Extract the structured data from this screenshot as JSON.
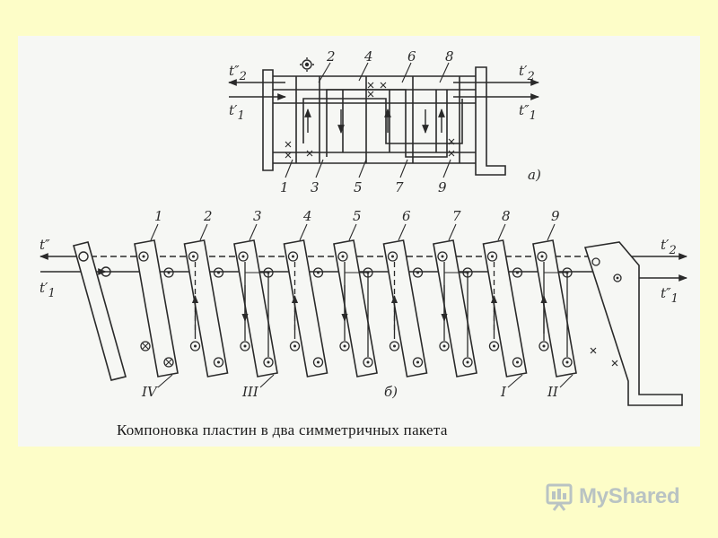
{
  "caption": "Компоновка  пластин в два симметричных  пакета",
  "logo": {
    "text": "MyShared"
  },
  "top_view": {
    "numbers_top": [
      "2",
      "4",
      "6",
      "8"
    ],
    "numbers_bottom": [
      "1",
      "3",
      "5",
      "7",
      "9"
    ],
    "sub_label": "а)",
    "flows_left": [
      {
        "base": "t",
        "mark": "″",
        "sub": "2"
      },
      {
        "base": "t",
        "mark": "′",
        "sub": "1"
      }
    ],
    "flows_right": [
      {
        "base": "t",
        "mark": "′",
        "sub": "2"
      },
      {
        "base": "t",
        "mark": "″",
        "sub": "1"
      }
    ]
  },
  "bottom_view": {
    "plate_numbers": [
      "1",
      "2",
      "3",
      "4",
      "5",
      "6",
      "7",
      "8",
      "9"
    ],
    "roman_labels": [
      "IV",
      "III",
      "I",
      "II"
    ],
    "sub_label": "б)",
    "flows_left": [
      {
        "base": "t",
        "mark": "″",
        "sub": ""
      },
      {
        "base": "t",
        "mark": "′",
        "sub": "1"
      }
    ],
    "flows_right": [
      {
        "base": "t",
        "mark": "′",
        "sub": "2"
      },
      {
        "base": "t",
        "mark": "″",
        "sub": "1"
      }
    ]
  },
  "colors": {
    "background": "#fdfdc8",
    "sheet": "#f6f7f4",
    "ink": "#2a2a2a",
    "logo": "#b9c3c3"
  }
}
